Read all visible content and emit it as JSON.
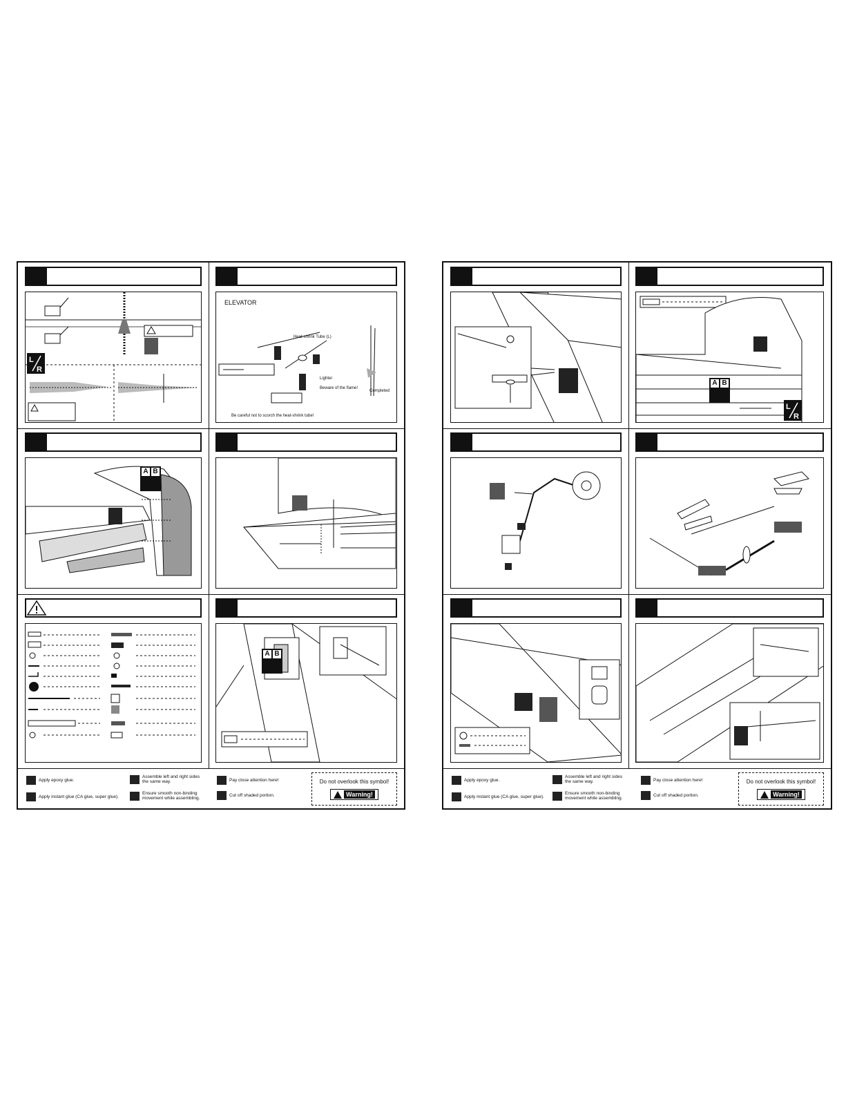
{
  "left_sheet": {
    "cells": {
      "top_middle": {
        "section_title": "ELEVATOR",
        "label_tube": "Heat-shrink Tube (L)",
        "label_lighter": "Lighter",
        "label_flame": "Beware of the flame!",
        "label_completed": "Completed",
        "note": "Be careful not to scorch the heat-shrink tube!"
      }
    }
  },
  "legend": {
    "epoxy": "Apply epoxy glue.",
    "instant": "Apply instant glue (CA glue, super glue).",
    "assemble_left": "Assemble left and right sides\nthe same way.",
    "assemble_right": "Assemble left and right sides\nthe same way.",
    "smooth": "Ensure smooth non-binding\nmovement while assembling.",
    "attention_left": "Pay close attention here!",
    "attention_right": "Pay close attention here!",
    "cut": "Cut off shaded portion.",
    "do_not_overlook": "Do not overlook this symbol!",
    "warning": "Warning!"
  },
  "icons": {
    "lr": "assemble-left-right-icon",
    "ab": "epoxy-ab-icon",
    "warning": "warning-triangle-icon"
  }
}
